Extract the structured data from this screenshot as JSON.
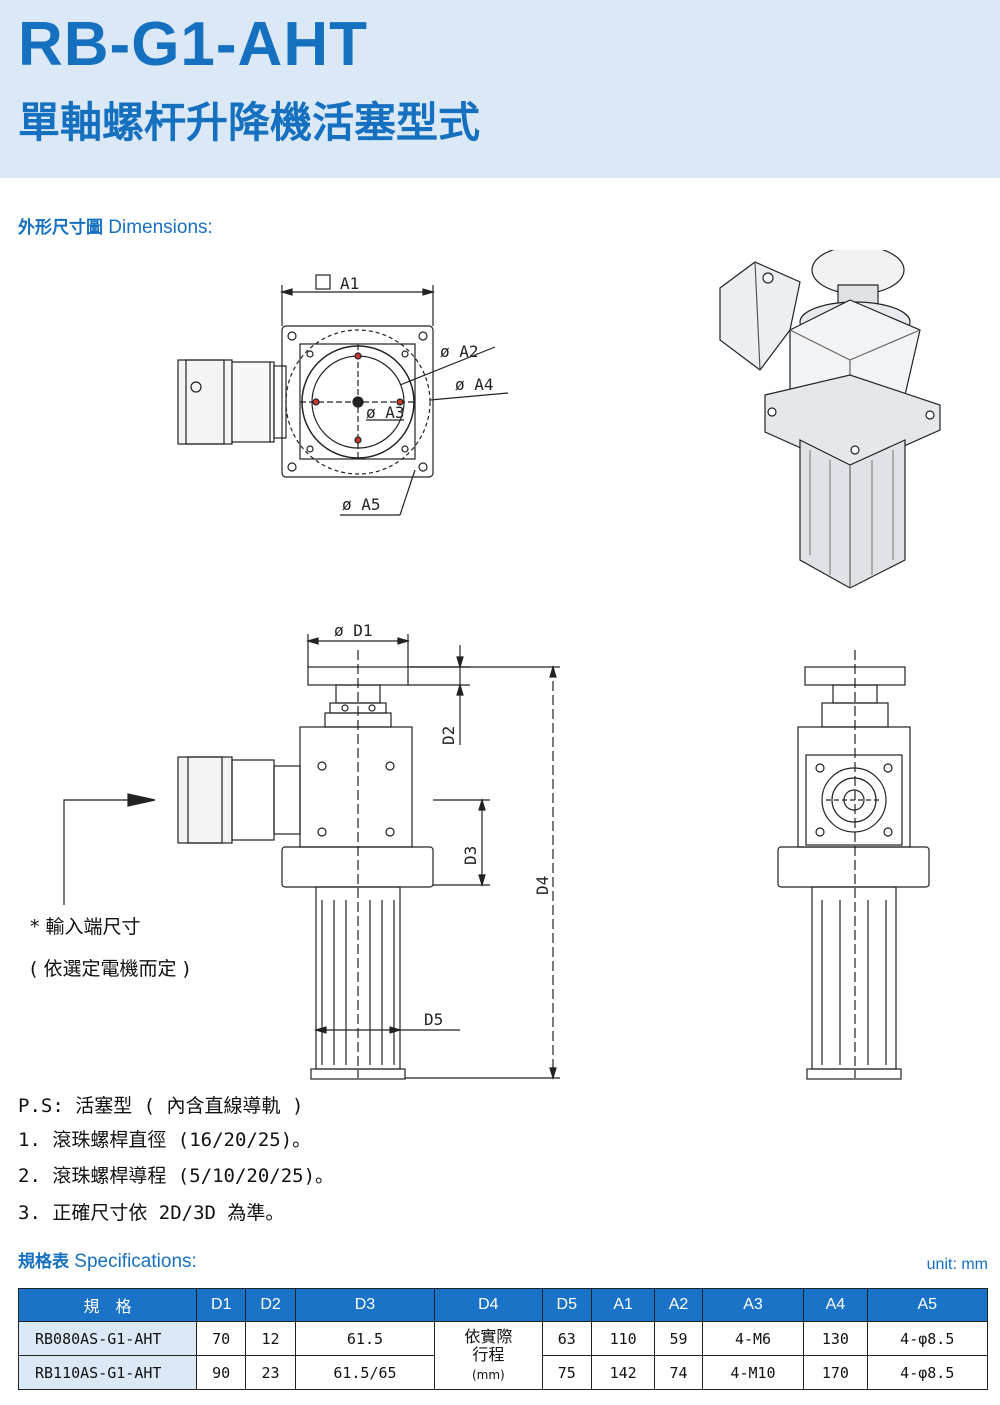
{
  "header": {
    "title": "RB-G1-AHT",
    "subtitle": "單軸螺杆升降機活塞型式"
  },
  "dimensions_section": {
    "label_cjk": "外形尺寸圖",
    "label_en": "Dimensions:"
  },
  "drawing_labels": {
    "a1": "A1",
    "a2": "ø A2",
    "a3": "ø A3",
    "a4": "ø A4",
    "a5": "ø A5",
    "d1": "ø D1",
    "d2": "D2",
    "d3": "D3",
    "d4": "D4",
    "d5": "D5"
  },
  "input_note": {
    "line1": "* 輸入端尺寸",
    "line2": "( 依選定電機而定 )"
  },
  "ps_notes": [
    "P.S: 活塞型 ( 內含直線導軌 )",
    "1. 滾珠螺桿直徑 (16/20/25)。",
    "2. 滾珠螺桿導程 (5/10/20/25)。",
    "3. 正確尺寸依 2D/3D 為準。"
  ],
  "specs_section": {
    "label_cjk": "規格表",
    "label_en": "Specifications:",
    "unit": "unit: mm"
  },
  "spec_table": {
    "headers": [
      "規　格",
      "D1",
      "D2",
      "D3",
      "D4",
      "D5",
      "A1",
      "A2",
      "A3",
      "A4",
      "A5"
    ],
    "d4_merged": {
      "line1": "依實際",
      "line2": "行程",
      "line3": "(mm)"
    },
    "rows": [
      {
        "model": "RB080AS-G1-AHT",
        "d1": "70",
        "d2": "12",
        "d3": "61.5",
        "d5": "63",
        "a1": "110",
        "a2": "59",
        "a3": "4-M6",
        "a4": "130",
        "a5": "4-φ8.5"
      },
      {
        "model": "RB110AS-G1-AHT",
        "d1": "90",
        "d2": "23",
        "d3": "61.5/65",
        "d5": "75",
        "a1": "142",
        "a2": "74",
        "a3": "4-M10",
        "a4": "170",
        "a5": "4-φ8.5"
      }
    ]
  },
  "colors": {
    "accent_blue": "#1670c0",
    "header_bg": "#dbe9f6",
    "table_header_bg": "#1a73c6"
  }
}
